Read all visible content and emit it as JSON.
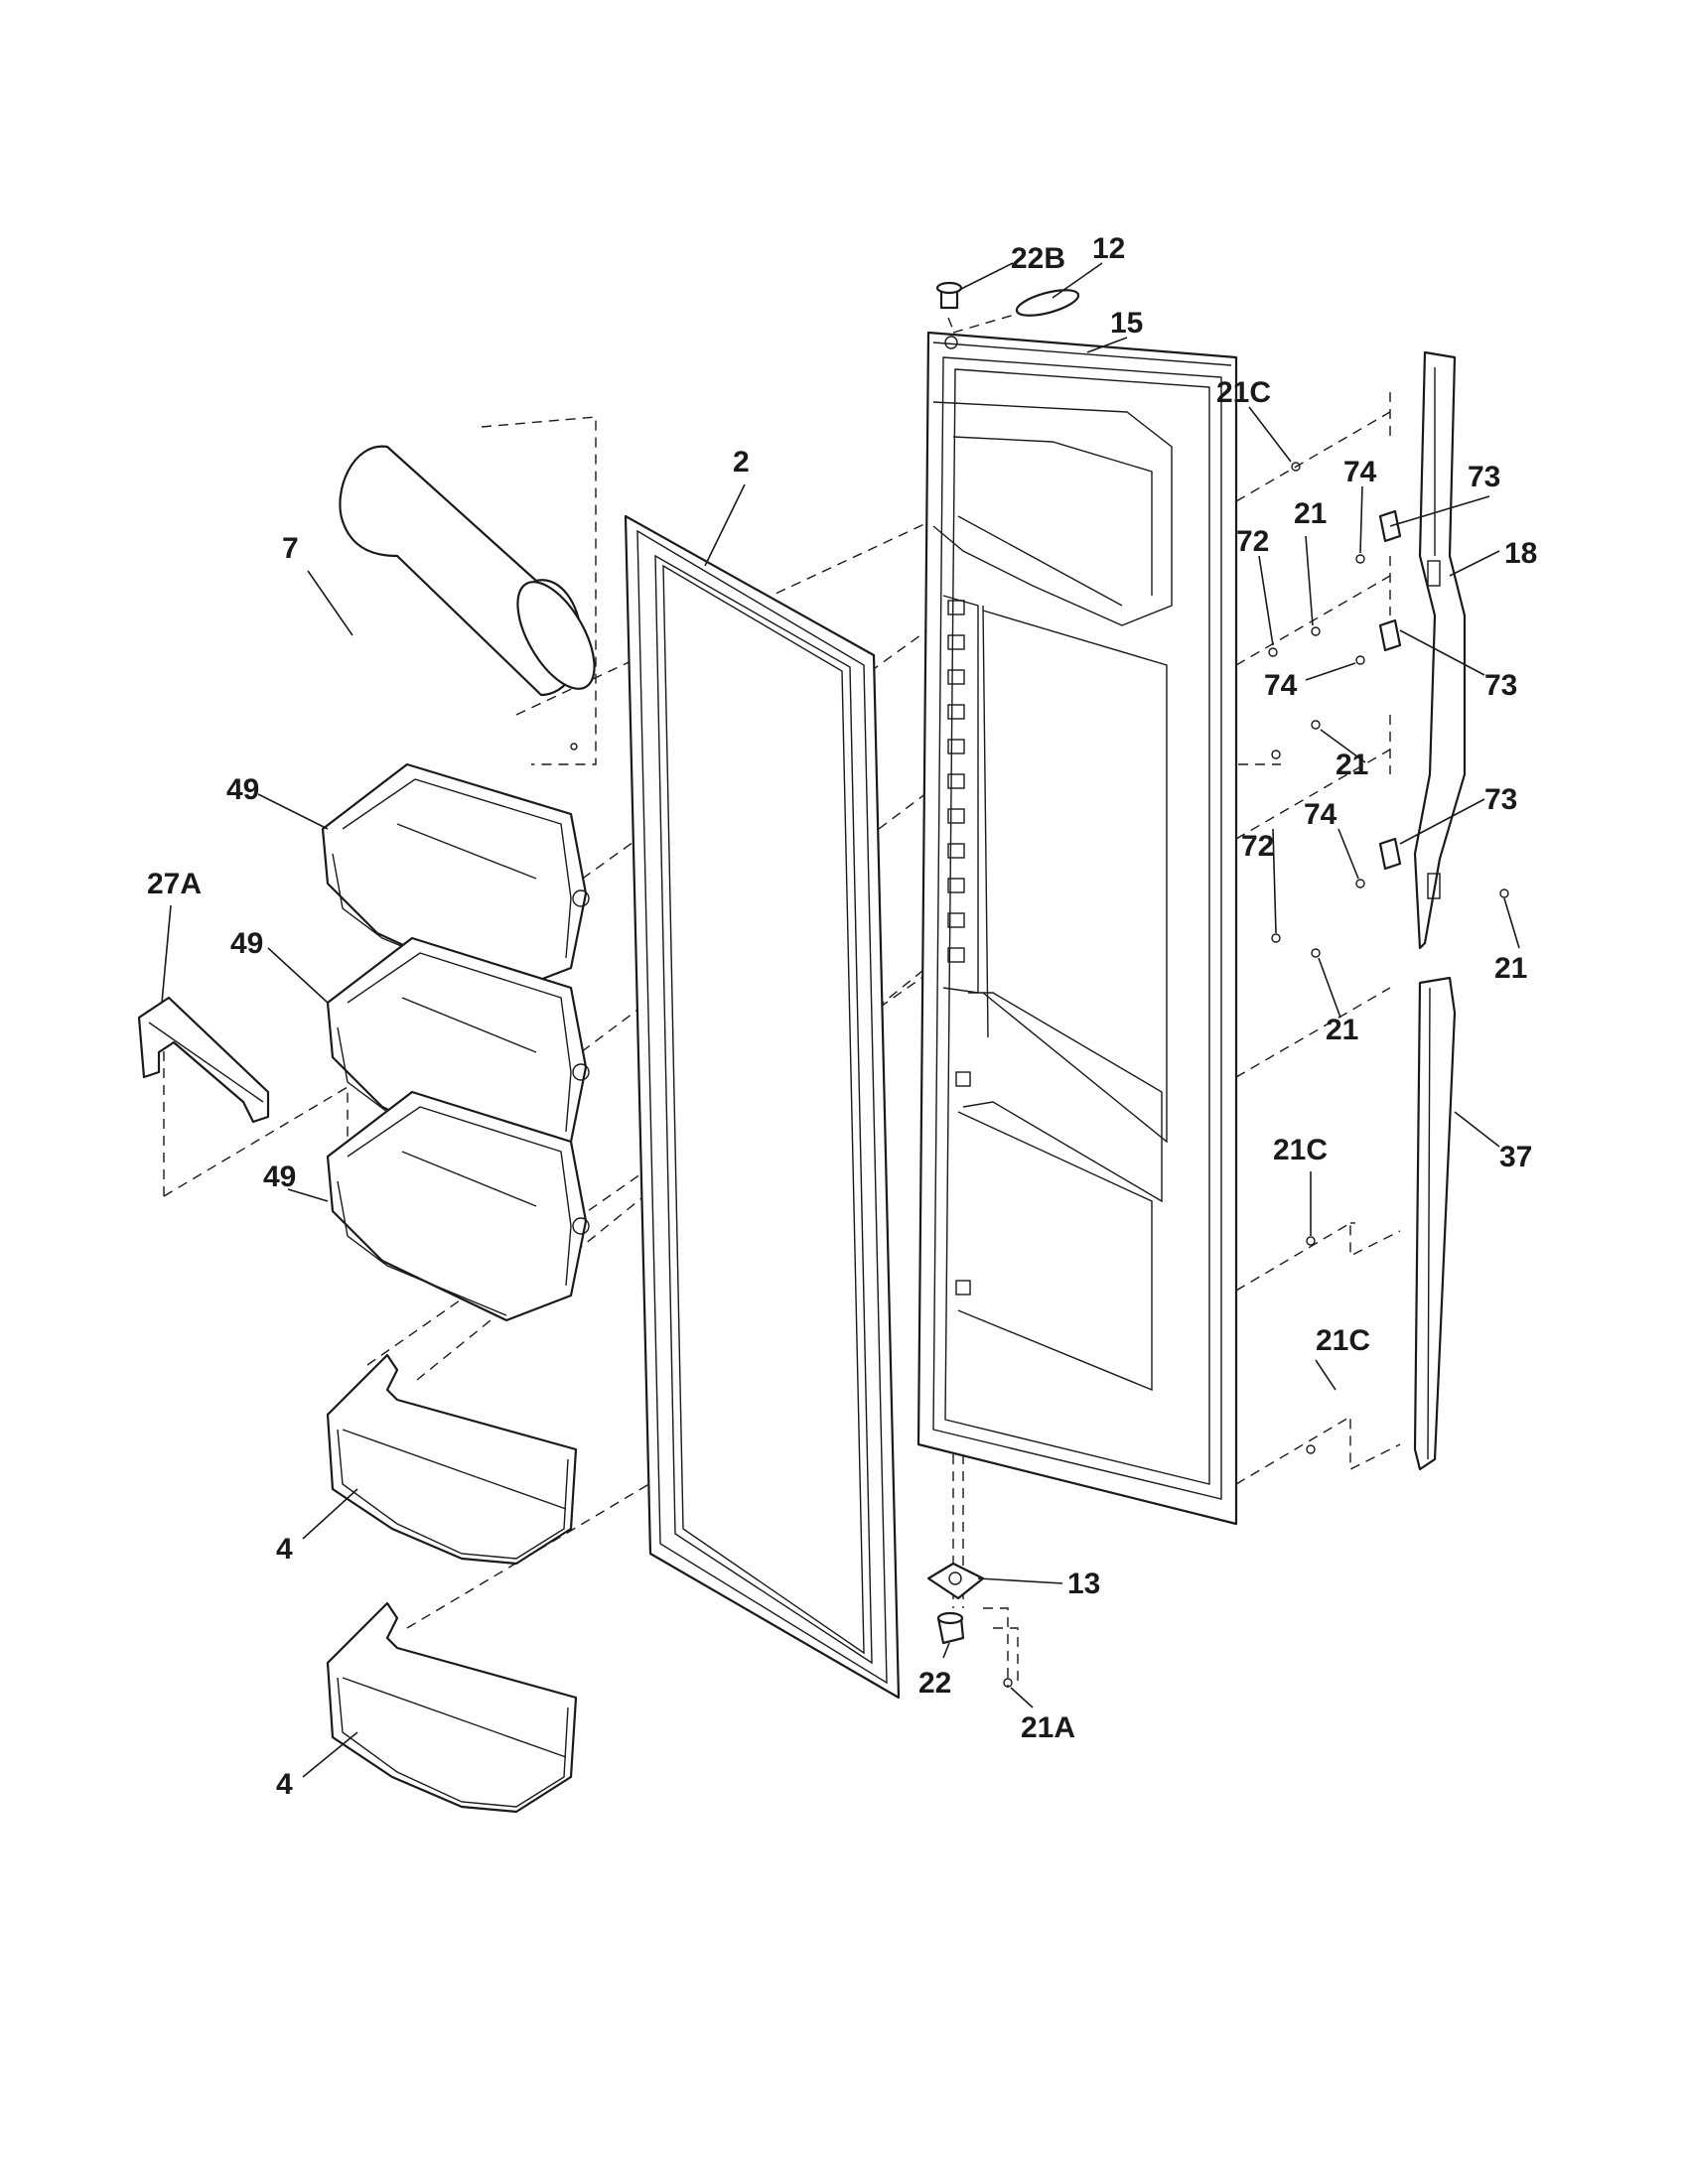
{
  "labels": {
    "p22B": "22B",
    "p12": "12",
    "p15": "15",
    "p2": "2",
    "p7": "7",
    "p49a": "49",
    "p49b": "49",
    "p49c": "49",
    "p27A": "27A",
    "p4a": "4",
    "p4b": "4",
    "p21Ca": "21C",
    "p21Cb": "21C",
    "p21Cc": "21C",
    "p21a": "21",
    "p21b": "21",
    "p21c": "21",
    "p21d": "21",
    "p72a": "72",
    "p72b": "72",
    "p74a": "74",
    "p74b": "74",
    "p74c": "74",
    "p73a": "73",
    "p73b": "73",
    "p73c": "73",
    "p18": "18",
    "p37": "37",
    "p13": "13",
    "p22": "22",
    "p21A": "21A"
  },
  "colors": {
    "ink": "#1a1a1a",
    "paper": "#ffffff"
  }
}
